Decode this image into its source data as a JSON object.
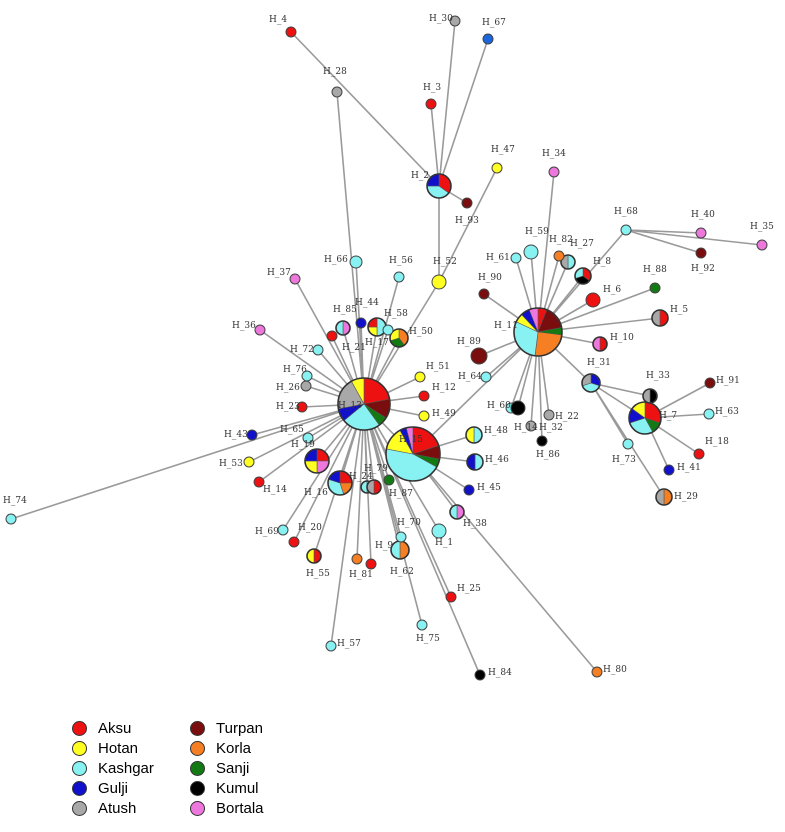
{
  "legend": [
    {
      "label": "Aksu",
      "color": "#ee1111"
    },
    {
      "label": "Turpan",
      "color": "#7a0d0d"
    },
    {
      "label": "Hotan",
      "color": "#ffff22"
    },
    {
      "label": "Korla",
      "color": "#f57f22"
    },
    {
      "label": "Kashgar",
      "color": "#88f2f2"
    },
    {
      "label": "Sanji",
      "color": "#137a13"
    },
    {
      "label": "Gulji",
      "color": "#1111cc"
    },
    {
      "label": "Kumul",
      "color": "#000000"
    },
    {
      "label": "Atush",
      "color": "#a8a8a8"
    },
    {
      "label": "Bortala",
      "color": "#ee77dd"
    }
  ],
  "nodes": [
    {
      "id": "H_1",
      "label": "H_1",
      "color": "Kashgar"
    },
    {
      "id": "H_2",
      "label": "H_2",
      "color": "pie"
    },
    {
      "id": "H_3",
      "label": "H_3",
      "color": "Aksu"
    },
    {
      "id": "H_4",
      "label": "H_4",
      "color": "Aksu"
    },
    {
      "id": "H_5",
      "label": "H_5",
      "color": "pie"
    },
    {
      "id": "H_6",
      "label": "H_6",
      "color": "Aksu"
    },
    {
      "id": "H_7",
      "label": "H_7",
      "color": "pie"
    },
    {
      "id": "H_8",
      "label": "H_8",
      "color": "pie"
    },
    {
      "id": "H_9",
      "label": "H_9",
      "color": "Aksu"
    },
    {
      "id": "H_10",
      "label": "H_10",
      "color": "pie"
    },
    {
      "id": "H_11",
      "label": "H_11",
      "color": "pie"
    },
    {
      "id": "H_12",
      "label": "H_12",
      "color": "Aksu"
    },
    {
      "id": "H_13",
      "label": "H_13",
      "color": "pie"
    },
    {
      "id": "H_14",
      "label": "H_14",
      "color": "Aksu"
    },
    {
      "id": "H_15",
      "label": "H_15",
      "color": "pie"
    },
    {
      "id": "H_16",
      "label": "H_16",
      "color": "pie"
    },
    {
      "id": "H_17",
      "label": "H_17",
      "color": "pie"
    },
    {
      "id": "H_18",
      "label": "H_18",
      "color": "Aksu"
    },
    {
      "id": "H_19",
      "label": "H_19",
      "color": "pie"
    },
    {
      "id": "H_20",
      "label": "H_20",
      "color": "Aksu"
    },
    {
      "id": "H_22",
      "label": "H_22",
      "color": "Atush"
    },
    {
      "id": "H_23",
      "label": "H_23",
      "color": "Aksu"
    },
    {
      "id": "H_24",
      "label": "H_24",
      "color": "pie"
    },
    {
      "id": "H_25",
      "label": "H_25",
      "color": "Aksu"
    },
    {
      "id": "H_26",
      "label": "H_26",
      "color": "Atush"
    },
    {
      "id": "H_27",
      "label": "H_27",
      "color": "pie"
    },
    {
      "id": "H_28",
      "label": "H_28",
      "color": "Atush"
    },
    {
      "id": "H_29",
      "label": "H_29",
      "color": "pie"
    },
    {
      "id": "H_30",
      "label": "H_30",
      "color": "Atush"
    },
    {
      "id": "H_31",
      "label": "H_31",
      "color": "pie"
    },
    {
      "id": "H_32",
      "label": "H_32",
      "color": "Atush"
    },
    {
      "id": "H_33",
      "label": "H_33",
      "color": "pie"
    },
    {
      "id": "H_34",
      "label": "H_34",
      "color": "Bortala"
    },
    {
      "id": "H_35",
      "label": "H_35",
      "color": "Bortala"
    },
    {
      "id": "H_36",
      "label": "H_36",
      "color": "Bortala"
    },
    {
      "id": "H_37",
      "label": "H_37",
      "color": "Bortala"
    },
    {
      "id": "H_38",
      "label": "H_38",
      "color": "pie"
    },
    {
      "id": "H_40",
      "label": "H_40",
      "color": "Bortala"
    },
    {
      "id": "H_41",
      "label": "H_41",
      "color": "Gulji"
    },
    {
      "id": "H_43",
      "label": "H_43",
      "color": "Gulji"
    },
    {
      "id": "H_45",
      "label": "H_45",
      "color": "Gulji"
    },
    {
      "id": "H_46",
      "label": "H_46",
      "color": "pie"
    },
    {
      "id": "H_47",
      "label": "H_47",
      "color": "Hotan"
    },
    {
      "id": "H_48",
      "label": "H_48",
      "color": "pie"
    },
    {
      "id": "H_49",
      "label": "H_49",
      "color": "Hotan"
    },
    {
      "id": "H_50",
      "label": "H_50",
      "color": "pie"
    },
    {
      "id": "H_51",
      "label": "H_51",
      "color": "Hotan"
    },
    {
      "id": "H_52",
      "label": "H_52",
      "color": "Hotan"
    },
    {
      "id": "H_53",
      "label": "H_53",
      "color": "Hotan"
    },
    {
      "id": "H_55",
      "label": "H_55",
      "color": "pie"
    },
    {
      "id": "H_56",
      "label": "H_56",
      "color": "Kashgar"
    },
    {
      "id": "H_57",
      "label": "H_57",
      "color": "Kashgar"
    },
    {
      "id": "H_58",
      "label": "H_58",
      "color": "Kashgar"
    },
    {
      "id": "H_59",
      "label": "H_59",
      "color": "Kashgar"
    },
    {
      "id": "H_60",
      "label": "H_60",
      "color": "Kashgar"
    },
    {
      "id": "H_61",
      "label": "H_61",
      "color": "Kashgar"
    },
    {
      "id": "H_62",
      "label": "H_62",
      "color": "pie"
    },
    {
      "id": "H_63",
      "label": "H_63",
      "color": "Kashgar"
    },
    {
      "id": "H_64",
      "label": "H_64",
      "color": "Kashgar"
    },
    {
      "id": "H_65",
      "label": "H_65",
      "color": "Kashgar"
    },
    {
      "id": "H_66",
      "label": "H_66",
      "color": "Kashgar"
    },
    {
      "id": "H_67",
      "label": "H_67",
      "color": "#1a66dd"
    },
    {
      "id": "H_68",
      "label": "H_68",
      "color": "Kashgar"
    },
    {
      "id": "H_69",
      "label": "H_69",
      "color": "Kashgar"
    },
    {
      "id": "H_70",
      "label": "H_70",
      "color": "Kashgar"
    },
    {
      "id": "H_72",
      "label": "H_72",
      "color": "Kashgar"
    },
    {
      "id": "H_73",
      "label": "H_73",
      "color": "Kashgar"
    },
    {
      "id": "H_74",
      "label": "H_74",
      "color": "Kashgar"
    },
    {
      "id": "H_75",
      "label": "H_75",
      "color": "Kashgar"
    },
    {
      "id": "H_76",
      "label": "H_76",
      "color": "Kashgar"
    },
    {
      "id": "H_79",
      "label": "H_79",
      "color": "pie"
    },
    {
      "id": "H_80",
      "label": "H_80",
      "color": "Korla"
    },
    {
      "id": "H_81",
      "label": "H_81",
      "color": "Korla"
    },
    {
      "id": "H_82",
      "label": "H_82",
      "color": "Korla"
    },
    {
      "id": "H_84",
      "label": "H_84",
      "color": "Kumul"
    },
    {
      "id": "H_85",
      "label": "H_85",
      "color": "pie"
    },
    {
      "id": "H_86",
      "label": "H_86",
      "color": "Kumul"
    },
    {
      "id": "H_87",
      "label": "H_87",
      "color": "Sanji"
    },
    {
      "id": "H_88",
      "label": "H_88",
      "color": "Sanji"
    },
    {
      "id": "H_89",
      "label": "H_89",
      "color": "Turpan"
    },
    {
      "id": "H_90",
      "label": "H_90",
      "color": "Turpan"
    },
    {
      "id": "H_91",
      "label": "H_91",
      "color": "Turpan"
    },
    {
      "id": "H_92",
      "label": "H_92",
      "color": "Turpan"
    },
    {
      "id": "H_93",
      "label": "H_93",
      "color": "Turpan"
    },
    {
      "id": "H_14b",
      "label": "H_14",
      "color": "Kumul"
    },
    {
      "id": "H_44",
      "label": "H_44",
      "color": "Gulji"
    },
    {
      "id": "H_21",
      "label": "H_21",
      "color": "Aksu"
    }
  ],
  "pies": {
    "H_13": [
      [
        "Aksu",
        0.22
      ],
      [
        "Turpan",
        0.12
      ],
      [
        "Sanji",
        0.06
      ],
      [
        "Kashgar",
        0.24
      ],
      [
        "Gulji",
        0.08
      ],
      [
        "Atush",
        0.2
      ],
      [
        "Hotan",
        0.08
      ]
    ],
    "H_15": [
      [
        "Aksu",
        0.2
      ],
      [
        "Turpan",
        0.08
      ],
      [
        "Sanji",
        0.05
      ],
      [
        "Kashgar",
        0.45
      ],
      [
        "Hotan",
        0.14
      ],
      [
        "Gulji",
        0.04
      ],
      [
        "Bortala",
        0.04
      ]
    ],
    "H_11": [
      [
        "Aksu",
        0.06
      ],
      [
        "Turpan",
        0.16
      ],
      [
        "Sanji",
        0.05
      ],
      [
        "Korla",
        0.25
      ],
      [
        "Kashgar",
        0.3
      ],
      [
        "Hotan",
        0.06
      ],
      [
        "Gulji",
        0.06
      ],
      [
        "Bortala",
        0.06
      ]
    ],
    "H_2": [
      [
        "Aksu",
        0.35
      ],
      [
        "Kashgar",
        0.4
      ],
      [
        "Gulji",
        0.25
      ]
    ],
    "H_7": [
      [
        "Aksu",
        0.3
      ],
      [
        "Sanji",
        0.12
      ],
      [
        "Kashgar",
        0.28
      ],
      [
        "Gulji",
        0.15
      ],
      [
        "Hotan",
        0.15
      ]
    ],
    "H_19": [
      [
        "Aksu",
        0.25
      ],
      [
        "Bortala",
        0.25
      ],
      [
        "Hotan",
        0.25
      ],
      [
        "Gulji",
        0.25
      ]
    ],
    "H_16": [
      [
        "Aksu",
        0.25
      ],
      [
        "Korla",
        0.2
      ],
      [
        "Kashgar",
        0.35
      ],
      [
        "Gulji",
        0.2
      ]
    ],
    "H_17": [
      [
        "Kashgar",
        0.5
      ],
      [
        "Hotan",
        0.25
      ],
      [
        "Aksu",
        0.25
      ]
    ],
    "H_50": [
      [
        "Korla",
        0.4
      ],
      [
        "Sanji",
        0.3
      ],
      [
        "Hotan",
        0.3
      ]
    ],
    "H_62": [
      [
        "Korla",
        0.5
      ],
      [
        "Kashgar",
        0.5
      ]
    ],
    "H_5": [
      [
        "Aksu",
        0.5
      ],
      [
        "Atush",
        0.5
      ]
    ],
    "H_8": [
      [
        "Aksu",
        0.35
      ],
      [
        "Kumul",
        0.35
      ],
      [
        "Kashgar",
        0.3
      ]
    ],
    "H_10": [
      [
        "Aksu",
        0.5
      ],
      [
        "Bortala",
        0.5
      ]
    ],
    "H_29": [
      [
        "Korla",
        0.5
      ],
      [
        "Atush",
        0.5
      ]
    ],
    "H_31": [
      [
        "Gulji",
        0.3
      ],
      [
        "Kashgar",
        0.4
      ],
      [
        "Atush",
        0.3
      ]
    ],
    "H_33": [
      [
        "Kumul",
        0.5
      ],
      [
        "Atush",
        0.5
      ]
    ],
    "H_38": [
      [
        "Bortala",
        0.5
      ],
      [
        "Kashgar",
        0.5
      ]
    ],
    "H_46": [
      [
        "Kashgar",
        0.5
      ],
      [
        "Gulji",
        0.5
      ]
    ],
    "H_48": [
      [
        "Kashgar",
        0.5
      ],
      [
        "Hotan",
        0.5
      ]
    ],
    "H_55": [
      [
        "Aksu",
        0.5
      ],
      [
        "Hotan",
        0.5
      ]
    ],
    "H_79": [
      [
        "Aksu",
        0.5
      ],
      [
        "Atush",
        0.5
      ]
    ],
    "H_85": [
      [
        "Bortala",
        0.5
      ],
      [
        "Kashgar",
        0.5
      ]
    ],
    "H_24": [
      [
        "Hotan",
        0.5
      ],
      [
        "Kashgar",
        0.5
      ]
    ],
    "H_27": [
      [
        "Kashgar",
        0.5
      ],
      [
        "Atush",
        0.5
      ]
    ]
  }
}
